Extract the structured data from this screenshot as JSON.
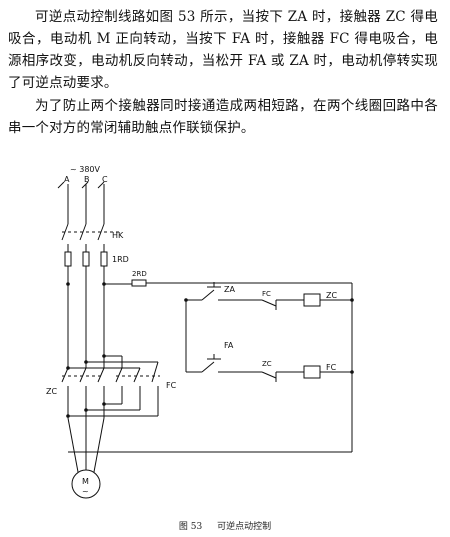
{
  "text": {
    "paragraph_1": "可逆点动控制线路如图 53 所示，当按下 ZA 时，接触器 ZC 得电吸合，电动机 M 正向转动，当按下 FA 时，接触器 FC 得电吸合，电源相序改变，电动机反向转动，当松开 FA 或 ZA 时，电动机停转实现了可逆点动要求。",
    "paragraph_2": "为了防止两个接触器同时接通造成两相短路，在两个线圈回路中各串一个对方的常闭辅助触点作联锁保护。"
  },
  "diagram": {
    "supply_label": "~ 380V",
    "phase_a": "A",
    "phase_b": "B",
    "phase_c": "C",
    "switch_label": "HK",
    "fuse_label": "1RD",
    "control_fuse_label": "2RD",
    "button_forward": "ZA",
    "button_reverse": "FA",
    "interlock_fc": "FC",
    "interlock_zc": "ZC",
    "coil_forward": "ZC",
    "coil_reverse": "FC",
    "main_contact_zc": "ZC",
    "main_contact_fc": "FC",
    "motor_label": "M",
    "motor_symbol": "~"
  },
  "caption": {
    "figure_number": "图 53",
    "figure_title": "可逆点动控制"
  }
}
